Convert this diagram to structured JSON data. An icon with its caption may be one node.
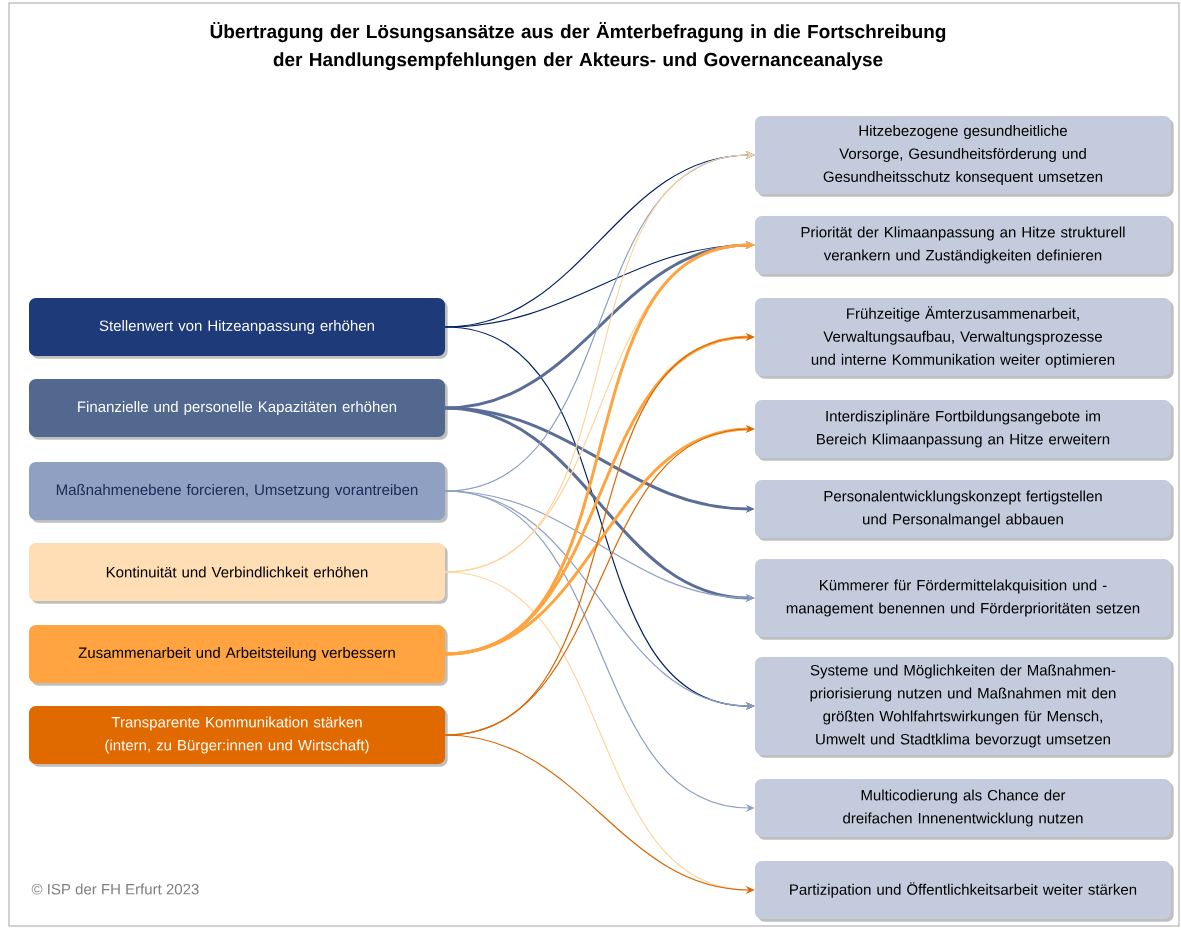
{
  "diagram": {
    "title": "Übertragung der Lösungsansätze aus der Ämterbefragung in die Fortschreibung der Handlungsempfehlungen der Akteurs- und Governanceanalyse",
    "nodes": [
      {
        "text": [
          "Stellenwert von Hitzeanpassung erhöhen"
        ]
      },
      {
        "text": [
          "Finanzielle und personelle Kapazitäten erhöhen"
        ]
      },
      {
        "text": [
          "Maßnahmenebene forcieren, Umsetzung vorantreiben"
        ]
      },
      {
        "text": [
          "Kontinuität und Verbindlichkeit erhöhen"
        ]
      },
      {
        "text": [
          "Zusammenarbeit und Arbeitsteilung verbessern"
        ]
      },
      {
        "text": [
          "Transparente Kommunikation stärken (intern, zu Bürger:innen und Wirtschaft)"
        ]
      },
      {
        "text": [
          "Hitzebezogene gesundheitliche Vorsorge, Gesundheitsförderung und Gesundheitsschutz konsequent umsetzen"
        ]
      },
      {
        "text": [
          "Priorität der Klimaanpassung an Hitze strukturell verankern und Zuständigkeiten definieren"
        ]
      },
      {
        "text": [
          "Frühzeitige Ämterzusammenarbeit, Verwaltungsaufbau, Verwaltungsprozesse und interne Kommunikation weiter optimieren"
        ]
      },
      {
        "text": [
          "Interdisziplinäre Fortbildungsangebote im Bereich Klimaanpassung an Hitze erweitern"
        ]
      },
      {
        "text": [
          "Personalentwicklungskonzept fertigstellen und Personalmangel abbauen"
        ]
      },
      {
        "text": [
          "Kümmerer für Fördermittelakquisition und -management benennen und Förderprioritäten setzen"
        ]
      },
      {
        "text": [
          "Systeme und Möglichkeiten der Maßnahmen-priorisierung nutzen und Maßnahmen mit den größten Wohlfahrtswirkungen für Mensch, Umwelt und Stadtklima bevorzugt umsetzen"
        ]
      },
      {
        "text": [
          "Multicodierung als Chance der dreifachen Innenentwicklung nutzen"
        ]
      },
      {
        "text": [
          "Partizipation und Öffentlichkeitsarbeit weiter stärken"
        ]
      }
    ],
    "edges": [
      {
        "from": 0,
        "to": 6,
        "arrow": "to",
        "color": "#002060"
      },
      {
        "from": 0,
        "to": 7,
        "arrow": "to",
        "color": "#002060"
      },
      {
        "from": 0,
        "to": 12,
        "arrow": "to",
        "color": "#002060"
      },
      {
        "from": 1,
        "to": 7,
        "arrow": "to",
        "style": "thick",
        "color": "#5a6d96"
      },
      {
        "from": 1,
        "to": 10,
        "arrow": "to",
        "style": "thick",
        "color": "#5a6d96"
      },
      {
        "from": 1,
        "to": 11,
        "arrow": "to",
        "style": "thick",
        "color": "#5a6d96"
      },
      {
        "from": 2,
        "to": 6,
        "arrow": "to",
        "color": "#8e9fc2"
      },
      {
        "from": 2,
        "to": 11,
        "arrow": "to",
        "color": "#8e9fc2"
      },
      {
        "from": 2,
        "to": 12,
        "arrow": "to",
        "color": "#8e9fc2"
      },
      {
        "from": 2,
        "to": 13,
        "arrow": "to",
        "color": "#8e9fc2"
      },
      {
        "from": 3,
        "to": 6,
        "arrow": "to",
        "color": "#ffd59e"
      },
      {
        "from": 3,
        "to": 7,
        "arrow": "to",
        "color": "#ffd59e"
      },
      {
        "from": 3,
        "to": 14,
        "arrow": "to",
        "color": "#ffd59e"
      },
      {
        "from": 4,
        "to": 7,
        "arrow": "to",
        "style": "thick",
        "color": "#ffa33f"
      },
      {
        "from": 4,
        "to": 8,
        "arrow": "to",
        "style": "thick",
        "color": "#ffa33f"
      },
      {
        "from": 4,
        "to": 9,
        "arrow": "to",
        "style": "thick",
        "color": "#ffa33f"
      },
      {
        "from": 5,
        "to": 8,
        "arrow": "to",
        "color": "#d96600"
      },
      {
        "from": 5,
        "to": 9,
        "arrow": "to",
        "color": "#d96600"
      },
      {
        "from": 5,
        "to": 14,
        "arrow": "to",
        "color": "#d96600"
      }
    ],
    "labels": [
      "© ISP der FH Erfurt 2023"
    ]
  }
}
